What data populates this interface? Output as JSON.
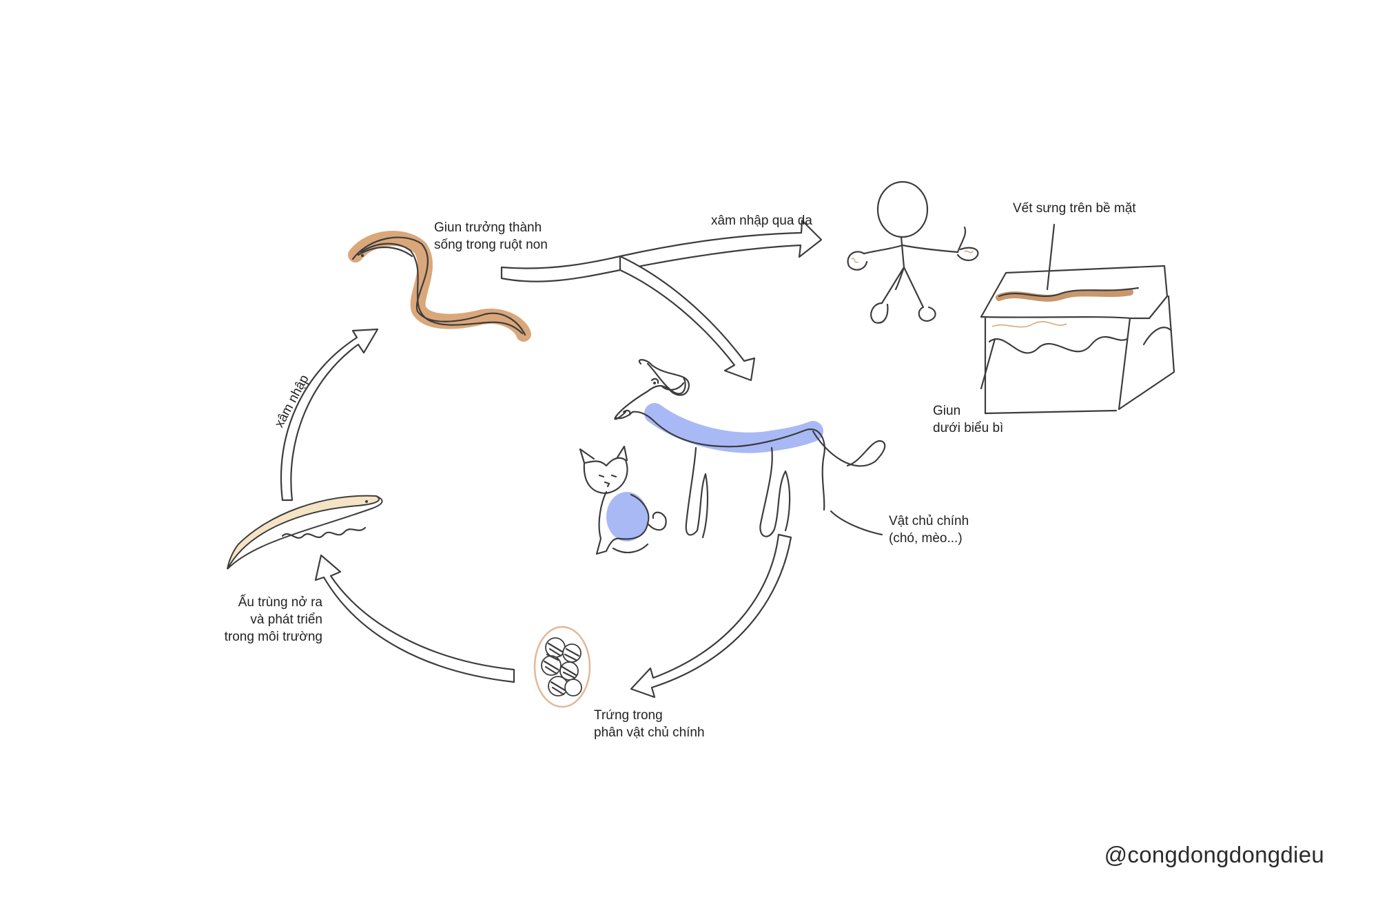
{
  "colors": {
    "ink": "#3c3c3c",
    "worm_tan": "#d9a77a",
    "larva_cream": "#f4e3c4",
    "host_blue": "#a9b9f5",
    "egg_ring": "#e2b898"
  },
  "labels": {
    "adult_worm": [
      "Giun trưởng thành",
      "sống trong ruột non"
    ],
    "skin_penetration": "xâm nhập qua da",
    "penetration": "xâm nhập",
    "swelling": "Vết sưng trên bề mặt",
    "worm_under_epidermis": [
      "Giun",
      "dưới biểu bì"
    ],
    "main_host": [
      "Vật chủ chính",
      "(chó, mèo...)"
    ],
    "larva": [
      "Ấu trùng nở ra",
      "và phát triển",
      "trong môi trường"
    ],
    "eggs": [
      "Trứng trong",
      "phân vật chủ chính"
    ]
  },
  "watermark": "@congdongdongdieu"
}
